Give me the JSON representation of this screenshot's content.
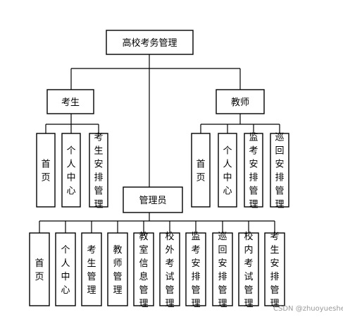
{
  "root": {
    "label": "高校考务管理"
  },
  "branches": {
    "student": {
      "label": "考生",
      "children": [
        "首页",
        "个人中心",
        "考生安排管理"
      ]
    },
    "teacher": {
      "label": "教师",
      "children": [
        "首页",
        "个人中心",
        "监考安排管理",
        "巡回安排管理"
      ]
    },
    "admin": {
      "label": "管理员",
      "children": [
        "首页",
        "个人中心",
        "考生管理",
        "教师管理",
        "教室信息管理",
        "校外考试管理",
        "监考安排管理",
        "巡回安排管理",
        "校内考试管理",
        "考生安排管理"
      ]
    }
  },
  "watermark": "CSDN @zhuoyueshejii"
}
